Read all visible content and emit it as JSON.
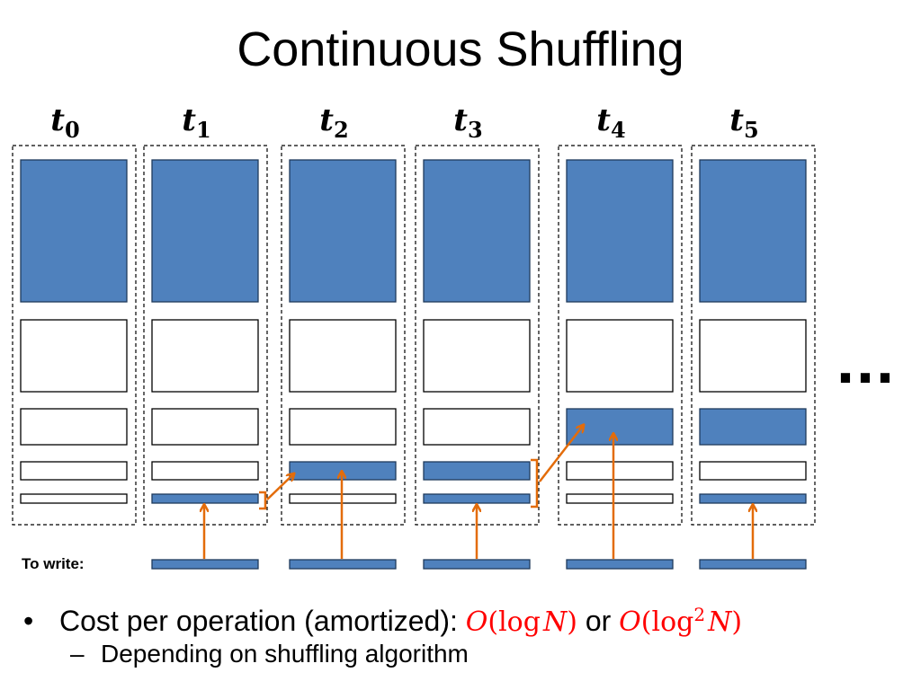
{
  "title": "Continuous Shuffling",
  "time_labels": [
    {
      "base": "t",
      "sub": "0"
    },
    {
      "base": "t",
      "sub": "1"
    },
    {
      "base": "t",
      "sub": "2"
    },
    {
      "base": "t",
      "sub": "3"
    },
    {
      "base": "t",
      "sub": "4"
    },
    {
      "base": "t",
      "sub": "5"
    }
  ],
  "levels": [
    "level-0",
    "level-1",
    "level-2",
    "level-3",
    "level-4"
  ],
  "filled": [
    [
      true,
      false,
      false,
      false,
      false
    ],
    [
      true,
      false,
      false,
      false,
      true
    ],
    [
      true,
      false,
      false,
      true,
      false
    ],
    [
      true,
      false,
      false,
      true,
      true
    ],
    [
      true,
      false,
      true,
      false,
      false
    ],
    [
      true,
      false,
      true,
      false,
      true
    ]
  ],
  "colors": {
    "fill": "#4f81bd",
    "stroke": "#1f3b5c",
    "arrow": "#e36c0a"
  },
  "to_write_label": "To write:",
  "ellipsis": "...",
  "bullet": {
    "text": "Cost per operation (amortized): ",
    "math1": {
      "O": "O",
      "open": "(",
      "log": "log",
      "N": "N",
      "close": ")"
    },
    "or": " or ",
    "math2": {
      "O": "O",
      "open": "(",
      "log": "log",
      "sup": "2",
      "N": "N",
      "close": ")"
    }
  },
  "sub_bullet": {
    "dash": "–",
    "text": "Depending on shuffling algorithm"
  }
}
